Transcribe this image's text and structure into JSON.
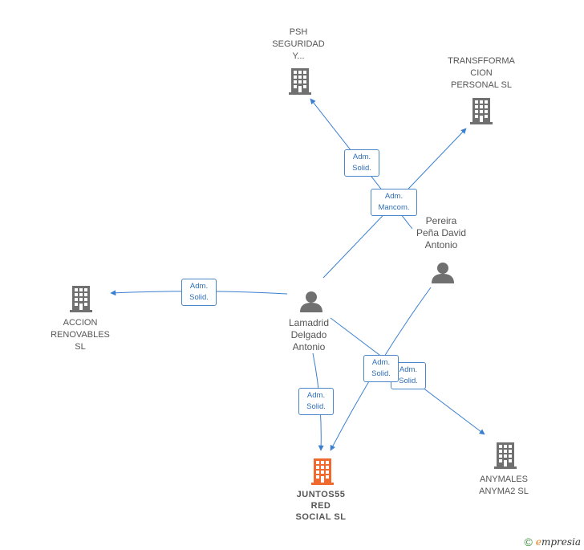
{
  "colors": {
    "edge": "#3b80d0",
    "company_icon": "#707070",
    "main_company_icon": "#f06a30",
    "person_icon": "#707070",
    "label": "#555555"
  },
  "nodes": {
    "psh": {
      "label": "PSH\nSEGURIDAD\nY...",
      "kind": "company",
      "icon": "building-icon"
    },
    "transfformacion": {
      "label": "TRANSFFORMA\nCION\nPERSONAL SL",
      "kind": "company",
      "icon": "building-icon"
    },
    "pereira": {
      "label": "Pereira\nPeña David\nAntonio",
      "kind": "person",
      "icon": "person-icon"
    },
    "accion": {
      "label": "ACCION\nRENOVABLES\nSL",
      "kind": "company",
      "icon": "building-icon"
    },
    "lamadrid": {
      "label": "Lamadrid\nDelgado\nAntonio",
      "kind": "person",
      "icon": "person-icon"
    },
    "juntos55": {
      "label": "JUNTOS55\nRED\nSOCIAL  SL",
      "kind": "main-company",
      "icon": "building-icon"
    },
    "anymales": {
      "label": "ANYMALES\nANYMA2  SL",
      "kind": "company",
      "icon": "building-icon"
    }
  },
  "edges": [
    {
      "from": "pereira",
      "to": "psh",
      "label": "Adm.\nSolid."
    },
    {
      "from": "lamadrid",
      "to": "transfformacion",
      "label": "Adm.\nMancom."
    },
    {
      "from": "lamadrid",
      "to": "accion",
      "label": "Adm.\nSolid."
    },
    {
      "from": "lamadrid",
      "to": "juntos55",
      "label": "Adm.\nSolid."
    },
    {
      "from": "pereira",
      "to": "juntos55",
      "label": "Adm.\nSolid."
    },
    {
      "from": "lamadrid",
      "to": "anymales",
      "label": "Adm.\nSolid."
    }
  ],
  "footer": {
    "copyright": "©",
    "brand_initial": "e",
    "brand_rest": "mpresia"
  }
}
